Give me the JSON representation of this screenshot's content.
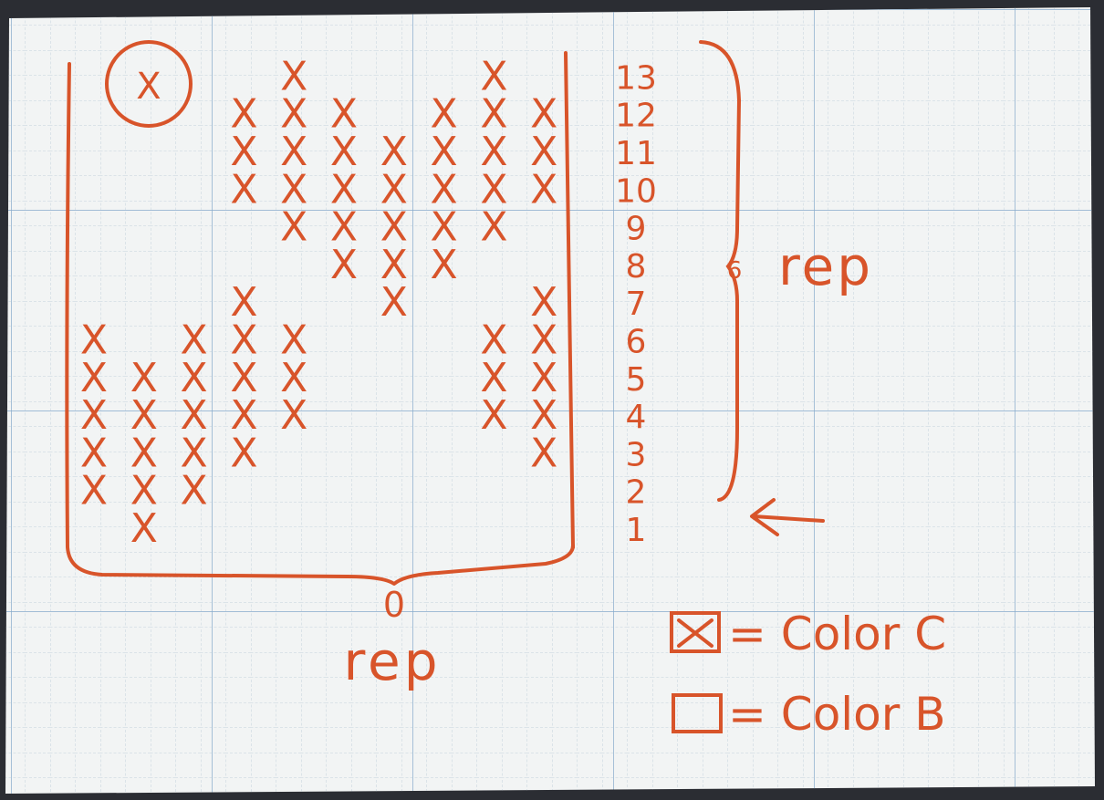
{
  "chart": {
    "type": "knitting_colorwork_chart",
    "columns": 10,
    "rows": 13,
    "row_numbers": [
      "1",
      "2",
      "3",
      "4",
      "5",
      "6",
      "7",
      "8",
      "9",
      "10",
      "11",
      "12",
      "13"
    ],
    "marked_cells": [
      [
        2,
        1
      ],
      [
        1,
        2
      ],
      [
        2,
        2
      ],
      [
        3,
        2
      ],
      [
        1,
        3
      ],
      [
        2,
        3
      ],
      [
        3,
        3
      ],
      [
        4,
        3
      ],
      [
        10,
        3
      ],
      [
        1,
        4
      ],
      [
        2,
        4
      ],
      [
        3,
        4
      ],
      [
        4,
        4
      ],
      [
        5,
        4
      ],
      [
        9,
        4
      ],
      [
        10,
        4
      ],
      [
        1,
        5
      ],
      [
        2,
        5
      ],
      [
        3,
        5
      ],
      [
        4,
        5
      ],
      [
        5,
        5
      ],
      [
        9,
        5
      ],
      [
        10,
        5
      ],
      [
        1,
        6
      ],
      [
        3,
        6
      ],
      [
        4,
        6
      ],
      [
        5,
        6
      ],
      [
        9,
        6
      ],
      [
        10,
        6
      ],
      [
        4,
        7
      ],
      [
        7,
        7
      ],
      [
        10,
        7
      ],
      [
        6,
        8
      ],
      [
        7,
        8
      ],
      [
        8,
        8
      ],
      [
        5,
        9
      ],
      [
        6,
        9
      ],
      [
        7,
        9
      ],
      [
        8,
        9
      ],
      [
        9,
        9
      ],
      [
        4,
        10
      ],
      [
        5,
        10
      ],
      [
        6,
        10
      ],
      [
        7,
        10
      ],
      [
        8,
        10
      ],
      [
        9,
        10
      ],
      [
        10,
        10
      ],
      [
        4,
        11
      ],
      [
        5,
        11
      ],
      [
        6,
        11
      ],
      [
        7,
        11
      ],
      [
        8,
        11
      ],
      [
        9,
        11
      ],
      [
        10,
        11
      ],
      [
        4,
        12
      ],
      [
        5,
        12
      ],
      [
        6,
        12
      ],
      [
        8,
        12
      ],
      [
        9,
        12
      ],
      [
        10,
        12
      ],
      [
        5,
        13
      ],
      [
        9,
        13
      ]
    ],
    "circled_mark": "X"
  },
  "mark_symbol": "X",
  "repeat_label_right": "rep",
  "repeat_label_bottom": "rep",
  "bracket_marker_bottom": "0",
  "bracket_marker_right": "6",
  "legend": {
    "items": [
      {
        "symbol": "marked-square",
        "label": "= Color C"
      },
      {
        "symbol": "empty-square",
        "label": "= Color B"
      }
    ]
  },
  "colors": {
    "ink": "#d8542a",
    "paper": "#f2f4f4",
    "grid_minor": "#c4d2dc",
    "grid_major": "#86aacb"
  }
}
